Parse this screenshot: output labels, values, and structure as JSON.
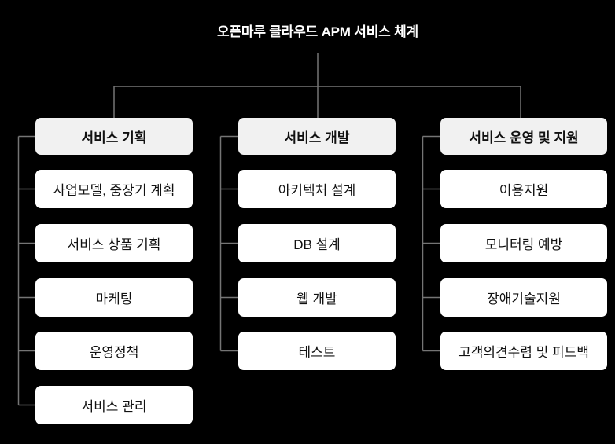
{
  "title": "오픈마루 클라우드 APM 서비스 체계",
  "colors": {
    "background": "#000000",
    "title_text": "#ffffff",
    "connector_line": "#757575",
    "header_box_fill": "#f1f1f1",
    "item_box_fill": "#ffffff",
    "box_text": "#111111"
  },
  "columns": [
    {
      "header": "서비스 기획",
      "items": [
        "사업모델, 중장기 계획",
        "서비스 상품 기획",
        "마케팅",
        "운영정책",
        "서비스 관리"
      ]
    },
    {
      "header": "서비스 개발",
      "items": [
        "아키텍처 설계",
        "DB 설계",
        "웹 개발",
        "테스트"
      ]
    },
    {
      "header": "서비스 운영 및 지원",
      "items": [
        "이용지원",
        "모니터링 예방",
        "장애기술지원",
        "고객의견수렴 및 피드백"
      ]
    }
  ]
}
